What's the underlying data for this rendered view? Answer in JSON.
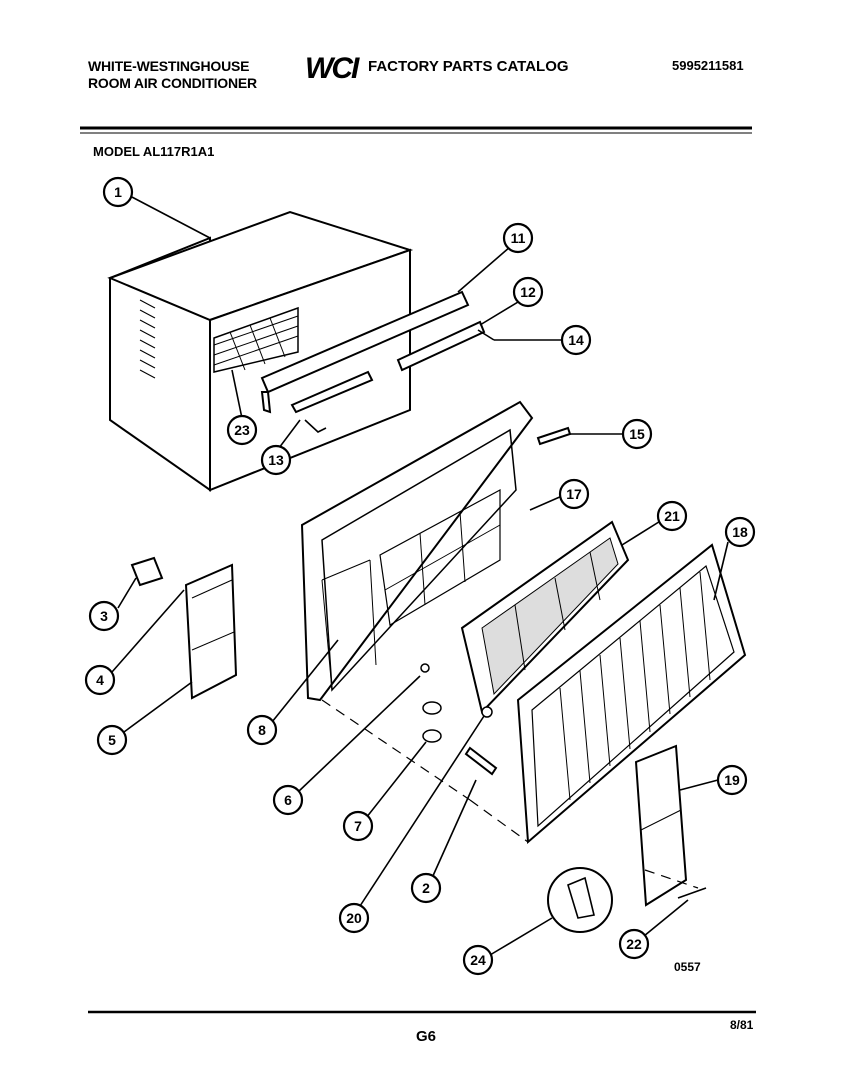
{
  "header": {
    "brand_line1": "WHITE-WESTINGHOUSE",
    "brand_line2": "ROOM AIR CONDITIONER",
    "logo_text": "WCI",
    "catalog_title": "FACTORY PARTS CATALOG",
    "catalog_number": "5995211581"
  },
  "model_label": "MODEL AL117R1A1",
  "callouts": [
    {
      "id": "c1",
      "label": "1"
    },
    {
      "id": "c2",
      "label": "2"
    },
    {
      "id": "c3",
      "label": "3"
    },
    {
      "id": "c4",
      "label": "4"
    },
    {
      "id": "c5",
      "label": "5"
    },
    {
      "id": "c6",
      "label": "6"
    },
    {
      "id": "c7",
      "label": "7"
    },
    {
      "id": "c8",
      "label": "8"
    },
    {
      "id": "c11",
      "label": "11"
    },
    {
      "id": "c12",
      "label": "12"
    },
    {
      "id": "c13",
      "label": "13"
    },
    {
      "id": "c14",
      "label": "14"
    },
    {
      "id": "c15",
      "label": "15"
    },
    {
      "id": "c17",
      "label": "17"
    },
    {
      "id": "c18",
      "label": "18"
    },
    {
      "id": "c19",
      "label": "19"
    },
    {
      "id": "c20",
      "label": "20"
    },
    {
      "id": "c21",
      "label": "21"
    },
    {
      "id": "c22",
      "label": "22"
    },
    {
      "id": "c23",
      "label": "23"
    },
    {
      "id": "c24",
      "label": "24"
    }
  ],
  "footer": {
    "drawing_code": "0557",
    "page_number": "G6",
    "date": "8/81"
  }
}
